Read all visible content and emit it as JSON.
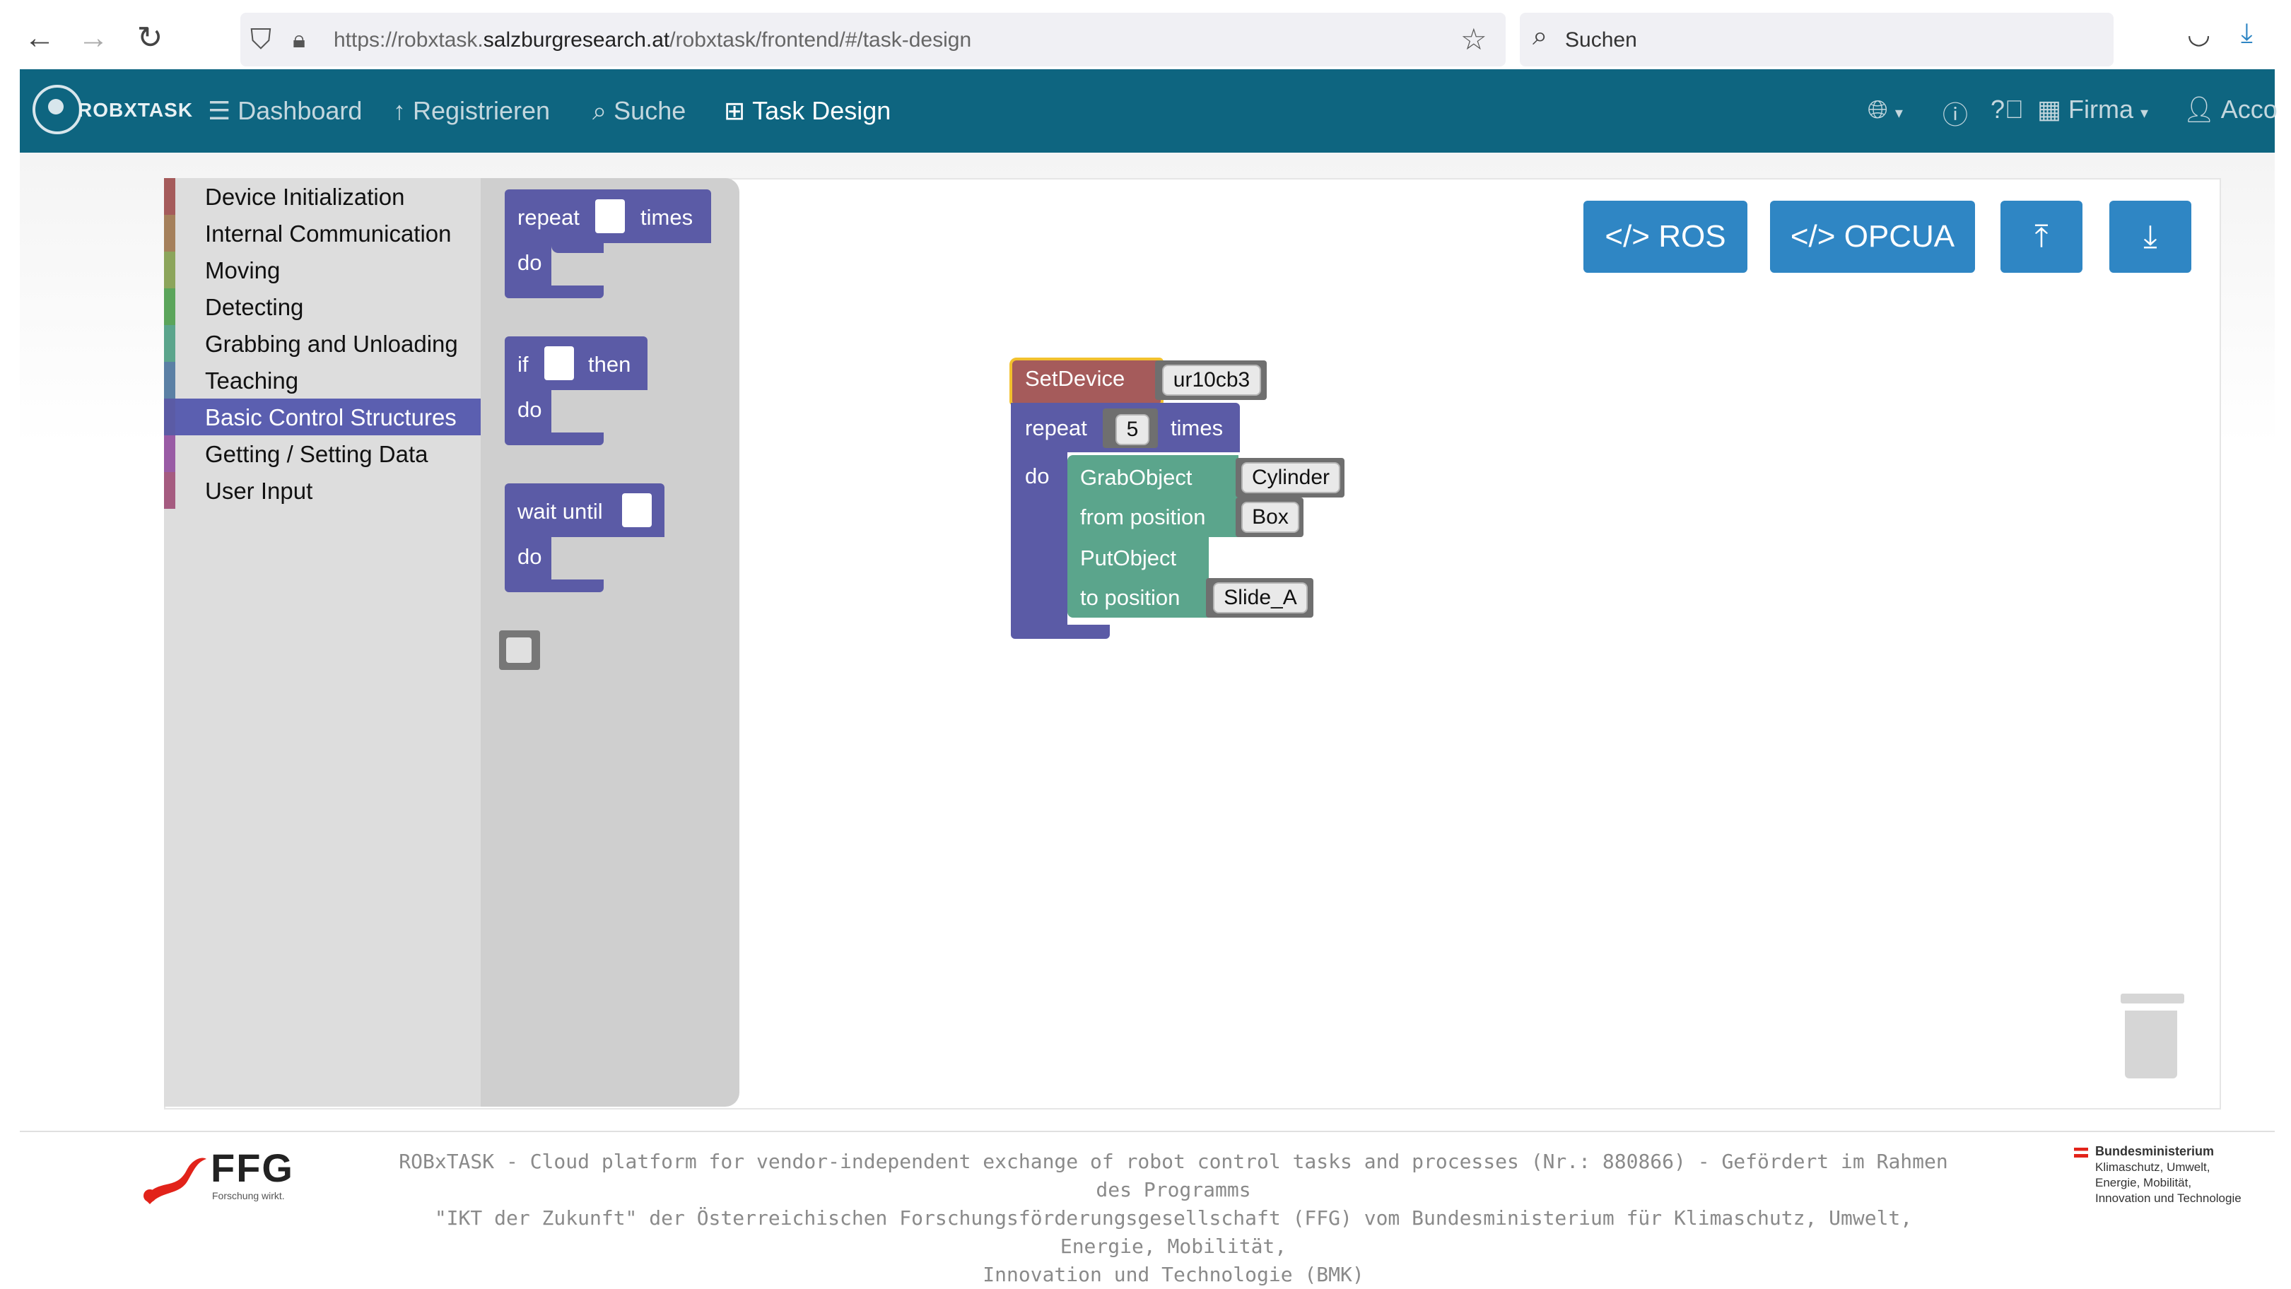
{
  "browser": {
    "url_prefix": "https://robxtask.",
    "url_domain": "salzburgresearch.at",
    "url_suffix": "/robxtask/frontend/#/task-design",
    "search_placeholder": "Suchen"
  },
  "navbar": {
    "brand": "ROBXTASK",
    "items": [
      {
        "label": "Dashboard",
        "icon": "list-icon"
      },
      {
        "label": "Registrieren",
        "icon": "arrow-up-icon"
      },
      {
        "label": "Suche",
        "icon": "search-icon"
      },
      {
        "label": "Task Design",
        "icon": "sitemap-icon"
      }
    ],
    "right": {
      "firma": "Firma",
      "account": "Acco"
    }
  },
  "toolbox": {
    "categories": [
      {
        "label": "Device Initialization",
        "color": "#a55b5b"
      },
      {
        "label": "Internal Communication",
        "color": "#a5805b"
      },
      {
        "label": "Moving",
        "color": "#8ca55b"
      },
      {
        "label": "Detecting",
        "color": "#5ba55b"
      },
      {
        "label": "Grabbing and Unloading",
        "color": "#5ba58c"
      },
      {
        "label": "Teaching",
        "color": "#5b80a5"
      },
      {
        "label": "Basic Control Structures",
        "color": "#5b5ba5"
      },
      {
        "label": "Getting / Setting Data",
        "color": "#995ba5"
      },
      {
        "label": "User Input",
        "color": "#a55b80"
      }
    ],
    "selected": "Basic Control Structures"
  },
  "flyout": {
    "repeat_label": "repeat",
    "times_label": "times",
    "do_label": "do",
    "if_label": "if",
    "then_label": "then",
    "wait_label": "wait until"
  },
  "program": {
    "set_device": "SetDevice",
    "device": "ur10cb3",
    "repeat": "repeat",
    "count": "5",
    "times": "times",
    "do": "do",
    "grab": "GrabObject",
    "object": "Cylinder",
    "from_position": "from position",
    "from_value": "Box",
    "put": "PutObject",
    "to_position": "to position",
    "to_value": "Slide_A"
  },
  "buttons": {
    "ros": "ROS",
    "opcua": "OPCUA"
  },
  "footer": {
    "ffg_name": "FFG",
    "ffg_tagline": "Forschung wirkt.",
    "line1": "ROBxTASK - Cloud platform for vendor-independent exchange of robot control tasks and processes (Nr.: 880866) - Gefördert im Rahmen des Programms",
    "line2": "\"IKT der Zukunft\" der Österreichischen Forschungsförderungsgesellschaft (FFG) vom Bundesministerium für Klimaschutz, Umwelt, Energie, Mobilität,",
    "line3": "Innovation und Technologie (BMK)",
    "bmk_title": "Bundesministerium",
    "bmk_l1": "Klimaschutz, Umwelt,",
    "bmk_l2": "Energie, Mobilität,",
    "bmk_l3": "Innovation und Technologie"
  }
}
